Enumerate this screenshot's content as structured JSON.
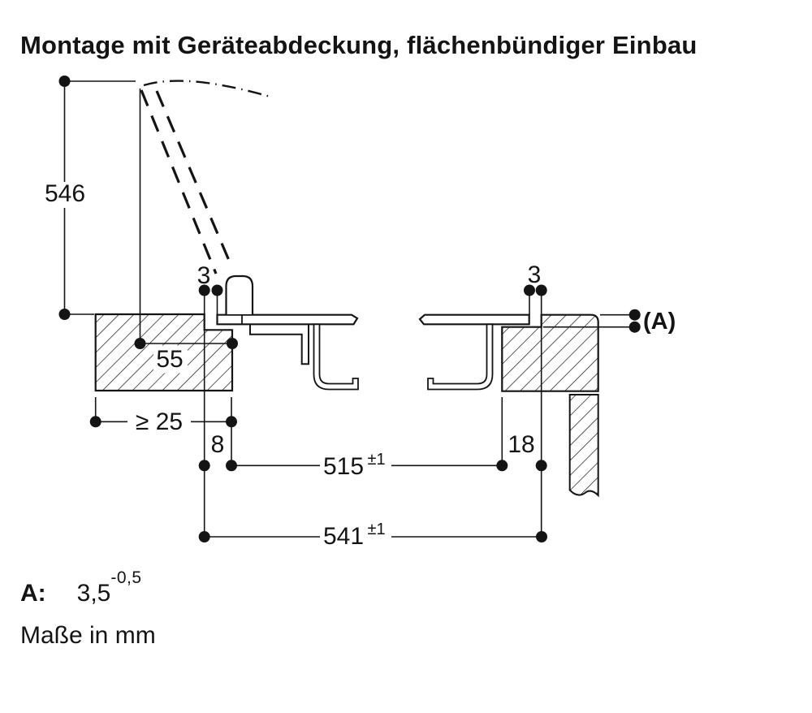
{
  "title": "Montage mit Geräteabdeckung, flächenbündiger Einbau",
  "dims": {
    "open_height": "546",
    "gap_left": "3",
    "hinge_to_edge": "55",
    "min_side_clearance": "≥ 25",
    "offset_left": "8",
    "cutout_width": "515",
    "cutout_width_tol": "±1",
    "overall_width": "541",
    "overall_width_tol": "±1",
    "gap_right": "3",
    "offset_right": "18",
    "flush_ref": "(A)"
  },
  "notes": {
    "a_label": "A:",
    "a_value": "3,5",
    "a_tolerance": "-0,5",
    "units_note": "Maße in mm"
  },
  "colors": {
    "ink": "#141414",
    "background": "#ffffff"
  }
}
